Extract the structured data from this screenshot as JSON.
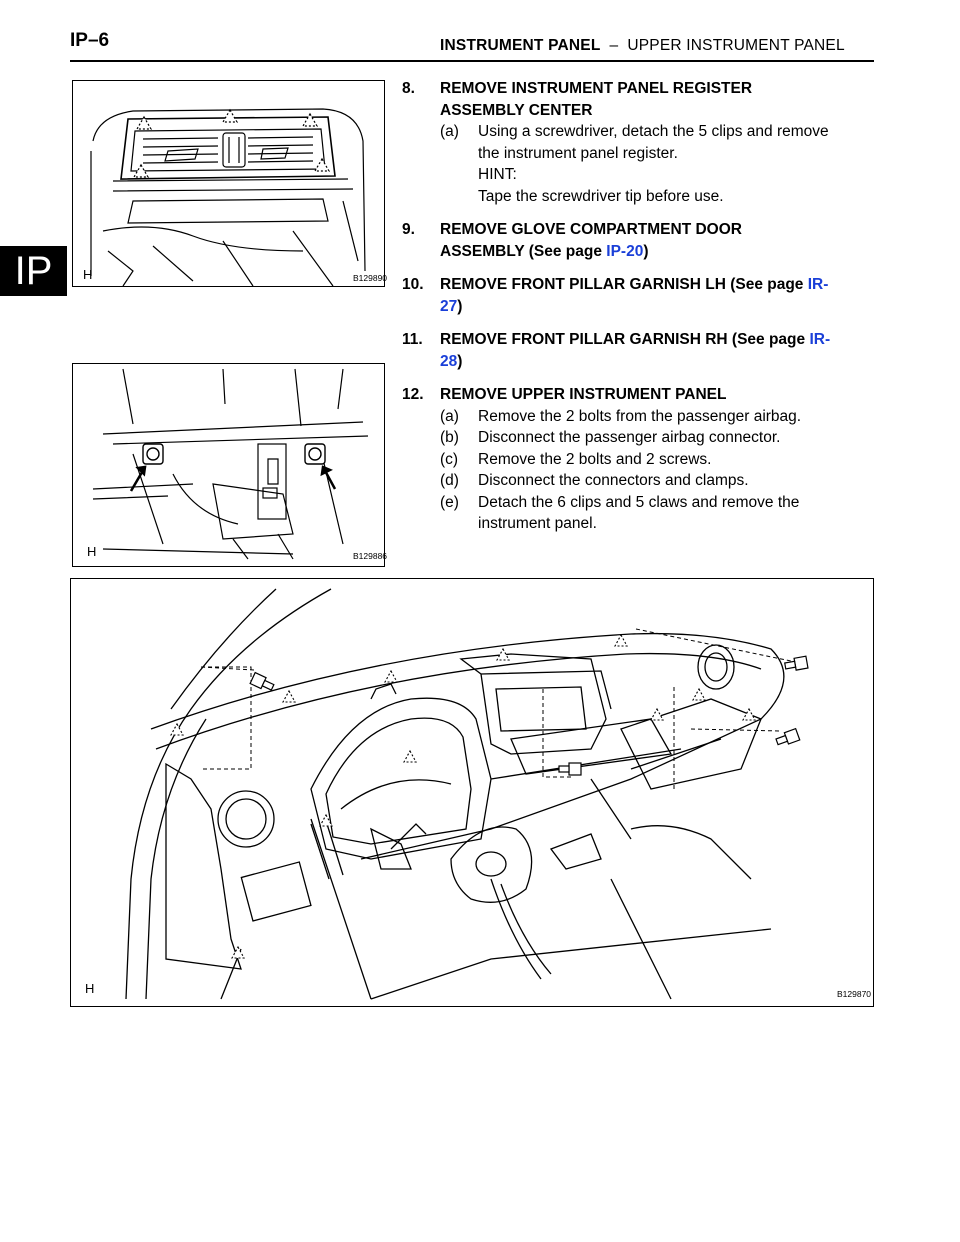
{
  "header": {
    "page_code": "IP–6",
    "section": "INSTRUMENT PANEL",
    "separator": "–",
    "subsection": "UPPER INSTRUMENT PANEL"
  },
  "side_tab": "IP",
  "figures": {
    "fig1": {
      "corner": "H",
      "code": "B129890"
    },
    "fig2": {
      "corner": "H",
      "code": "B129886"
    },
    "fig3": {
      "corner": "H",
      "code": "B129870"
    }
  },
  "steps": {
    "s8": {
      "num": "8.",
      "title_l1": "REMOVE INSTRUMENT PANEL REGISTER",
      "title_l2": "ASSEMBLY CENTER",
      "a_letter": "(a)",
      "a_l1": "Using a screwdriver, detach the 5 clips and remove",
      "a_l2": "the instrument panel register.",
      "hint_label": "HINT:",
      "hint_text": "Tape the screwdriver tip before use."
    },
    "s9": {
      "num": "9.",
      "title_l1": "REMOVE GLOVE COMPARTMENT DOOR",
      "title_l2_pre": "ASSEMBLY (See page ",
      "link": "IP-20",
      "title_l2_post": ")"
    },
    "s10": {
      "num": "10.",
      "title_l1_pre": "REMOVE FRONT PILLAR GARNISH LH (See page ",
      "link_l1": "IR-",
      "link_l2": "27",
      "post": ")"
    },
    "s11": {
      "num": "11.",
      "title_l1_pre": "REMOVE FRONT PILLAR GARNISH RH (See page ",
      "link_l1": "IR-",
      "link_l2": "28",
      "post": ")"
    },
    "s12": {
      "num": "12.",
      "title": "REMOVE UPPER INSTRUMENT PANEL",
      "subs": [
        {
          "letter": "(a)",
          "text": "Remove the 2 bolts from the passenger airbag."
        },
        {
          "letter": "(b)",
          "text": "Disconnect the passenger airbag connector."
        },
        {
          "letter": "(c)",
          "text": "Remove the 2 bolts and 2 screws."
        },
        {
          "letter": "(d)",
          "text": "Disconnect the connectors and clamps."
        },
        {
          "letter": "(e)",
          "text": "Detach the 6 clips and 5 claws and remove the",
          "text_l2": "instrument panel."
        }
      ]
    }
  }
}
